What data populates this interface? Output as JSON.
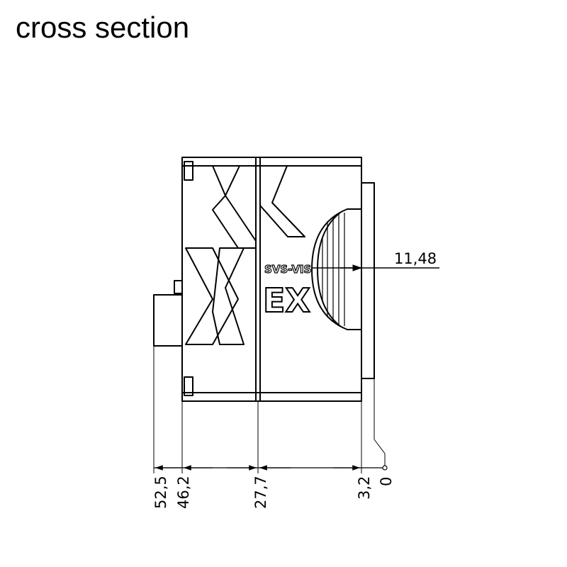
{
  "title": "cross section",
  "labels": {
    "brand_small": "SVS-VIS",
    "brand_large": "EX",
    "diameter": "11,48"
  },
  "dimensions": [
    "52,5",
    "46,2",
    "27,7",
    "3,2",
    "0"
  ],
  "colors": {
    "line": "#000000",
    "background": "#ffffff"
  }
}
